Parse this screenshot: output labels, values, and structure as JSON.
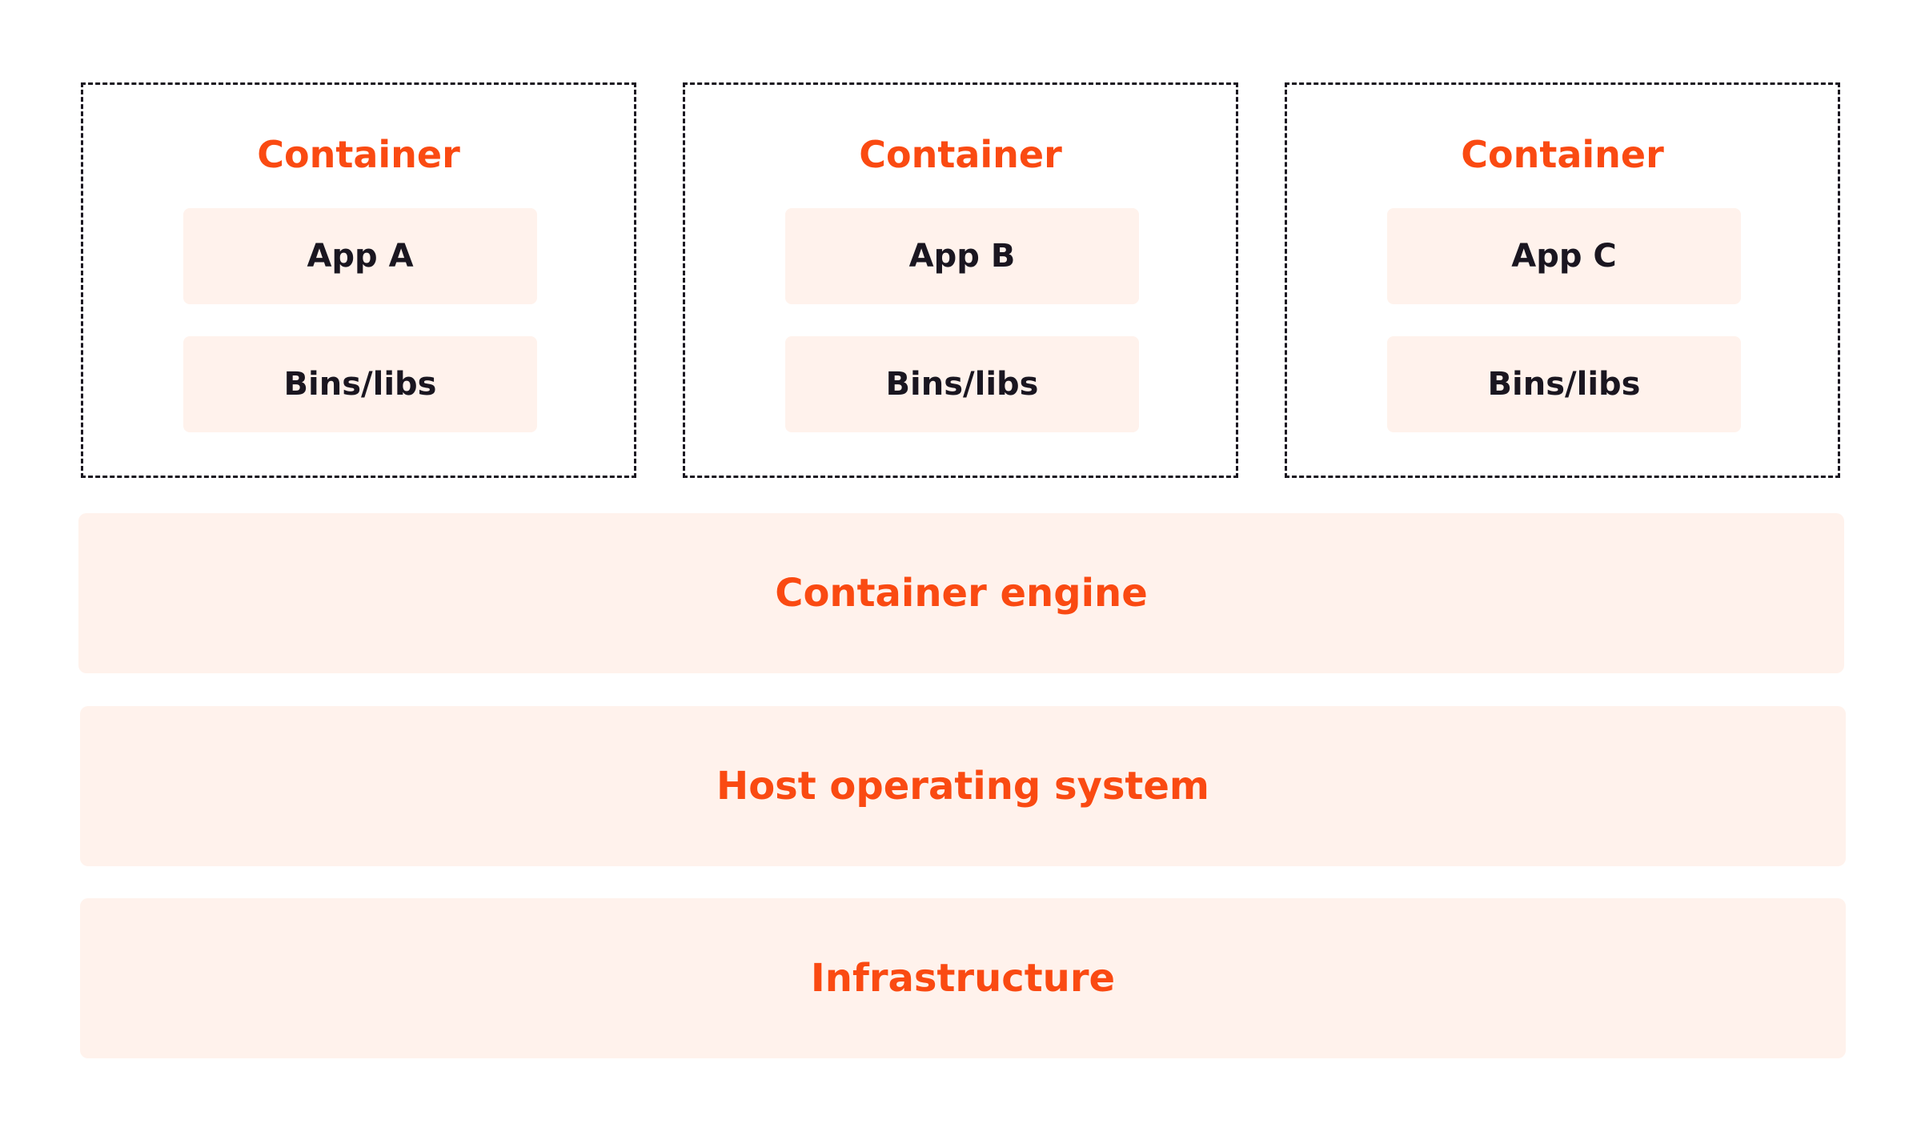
{
  "colors": {
    "accent": "#fa4a12",
    "block_fill": "#fff2ec",
    "text_dark": "#1a1620",
    "border": "#1a1620"
  },
  "containers": [
    {
      "title": "Container",
      "app": "App A",
      "libs": "Bins/libs"
    },
    {
      "title": "Container",
      "app": "App B",
      "libs": "Bins/libs"
    },
    {
      "title": "Container",
      "app": "App C",
      "libs": "Bins/libs"
    }
  ],
  "layers": {
    "engine": "Container engine",
    "host_os": "Host operating system",
    "infrastructure": "Infrastructure"
  }
}
